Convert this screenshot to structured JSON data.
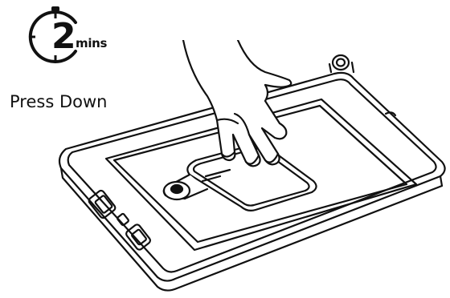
{
  "timer": {
    "number": "2",
    "unit": "mins",
    "icon": "stopwatch-icon"
  },
  "instruction": {
    "label": "Press Down"
  },
  "illustration": {
    "subject": "hand-pressing-mount-onto-tablet-case"
  },
  "colors": {
    "stroke": "#111111",
    "background": "#ffffff"
  }
}
